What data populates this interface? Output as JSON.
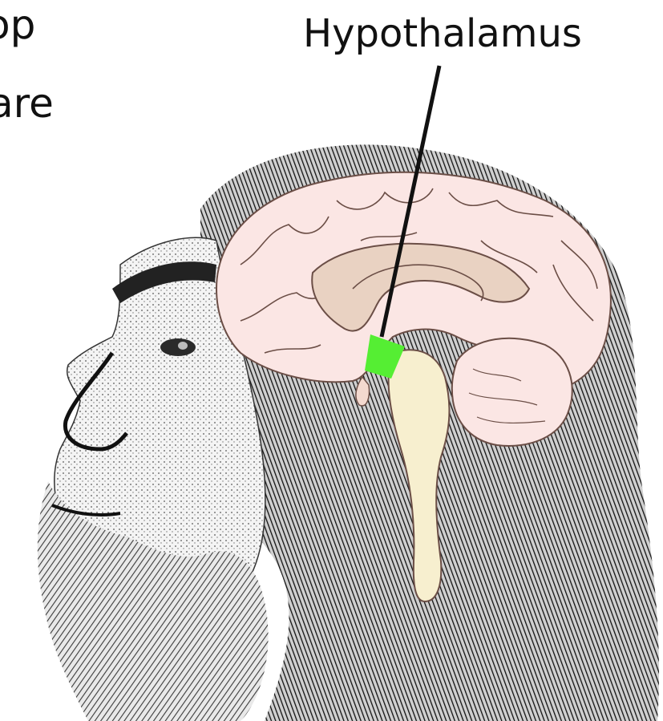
{
  "slide": {
    "partial_lines": [
      "op",
      "are"
    ]
  },
  "diagram": {
    "label": "Hypothalamus",
    "colors": {
      "hypothalamus": "#55ee33",
      "cortex": "#fbe6e4",
      "inner": "#e9d2c2",
      "brainstem": "#f7efcf",
      "outline": "#6b4e46",
      "ink": "#1a1a1a"
    },
    "icons": [
      "head-illustration",
      "brain-cross-section",
      "pointer-line"
    ]
  }
}
